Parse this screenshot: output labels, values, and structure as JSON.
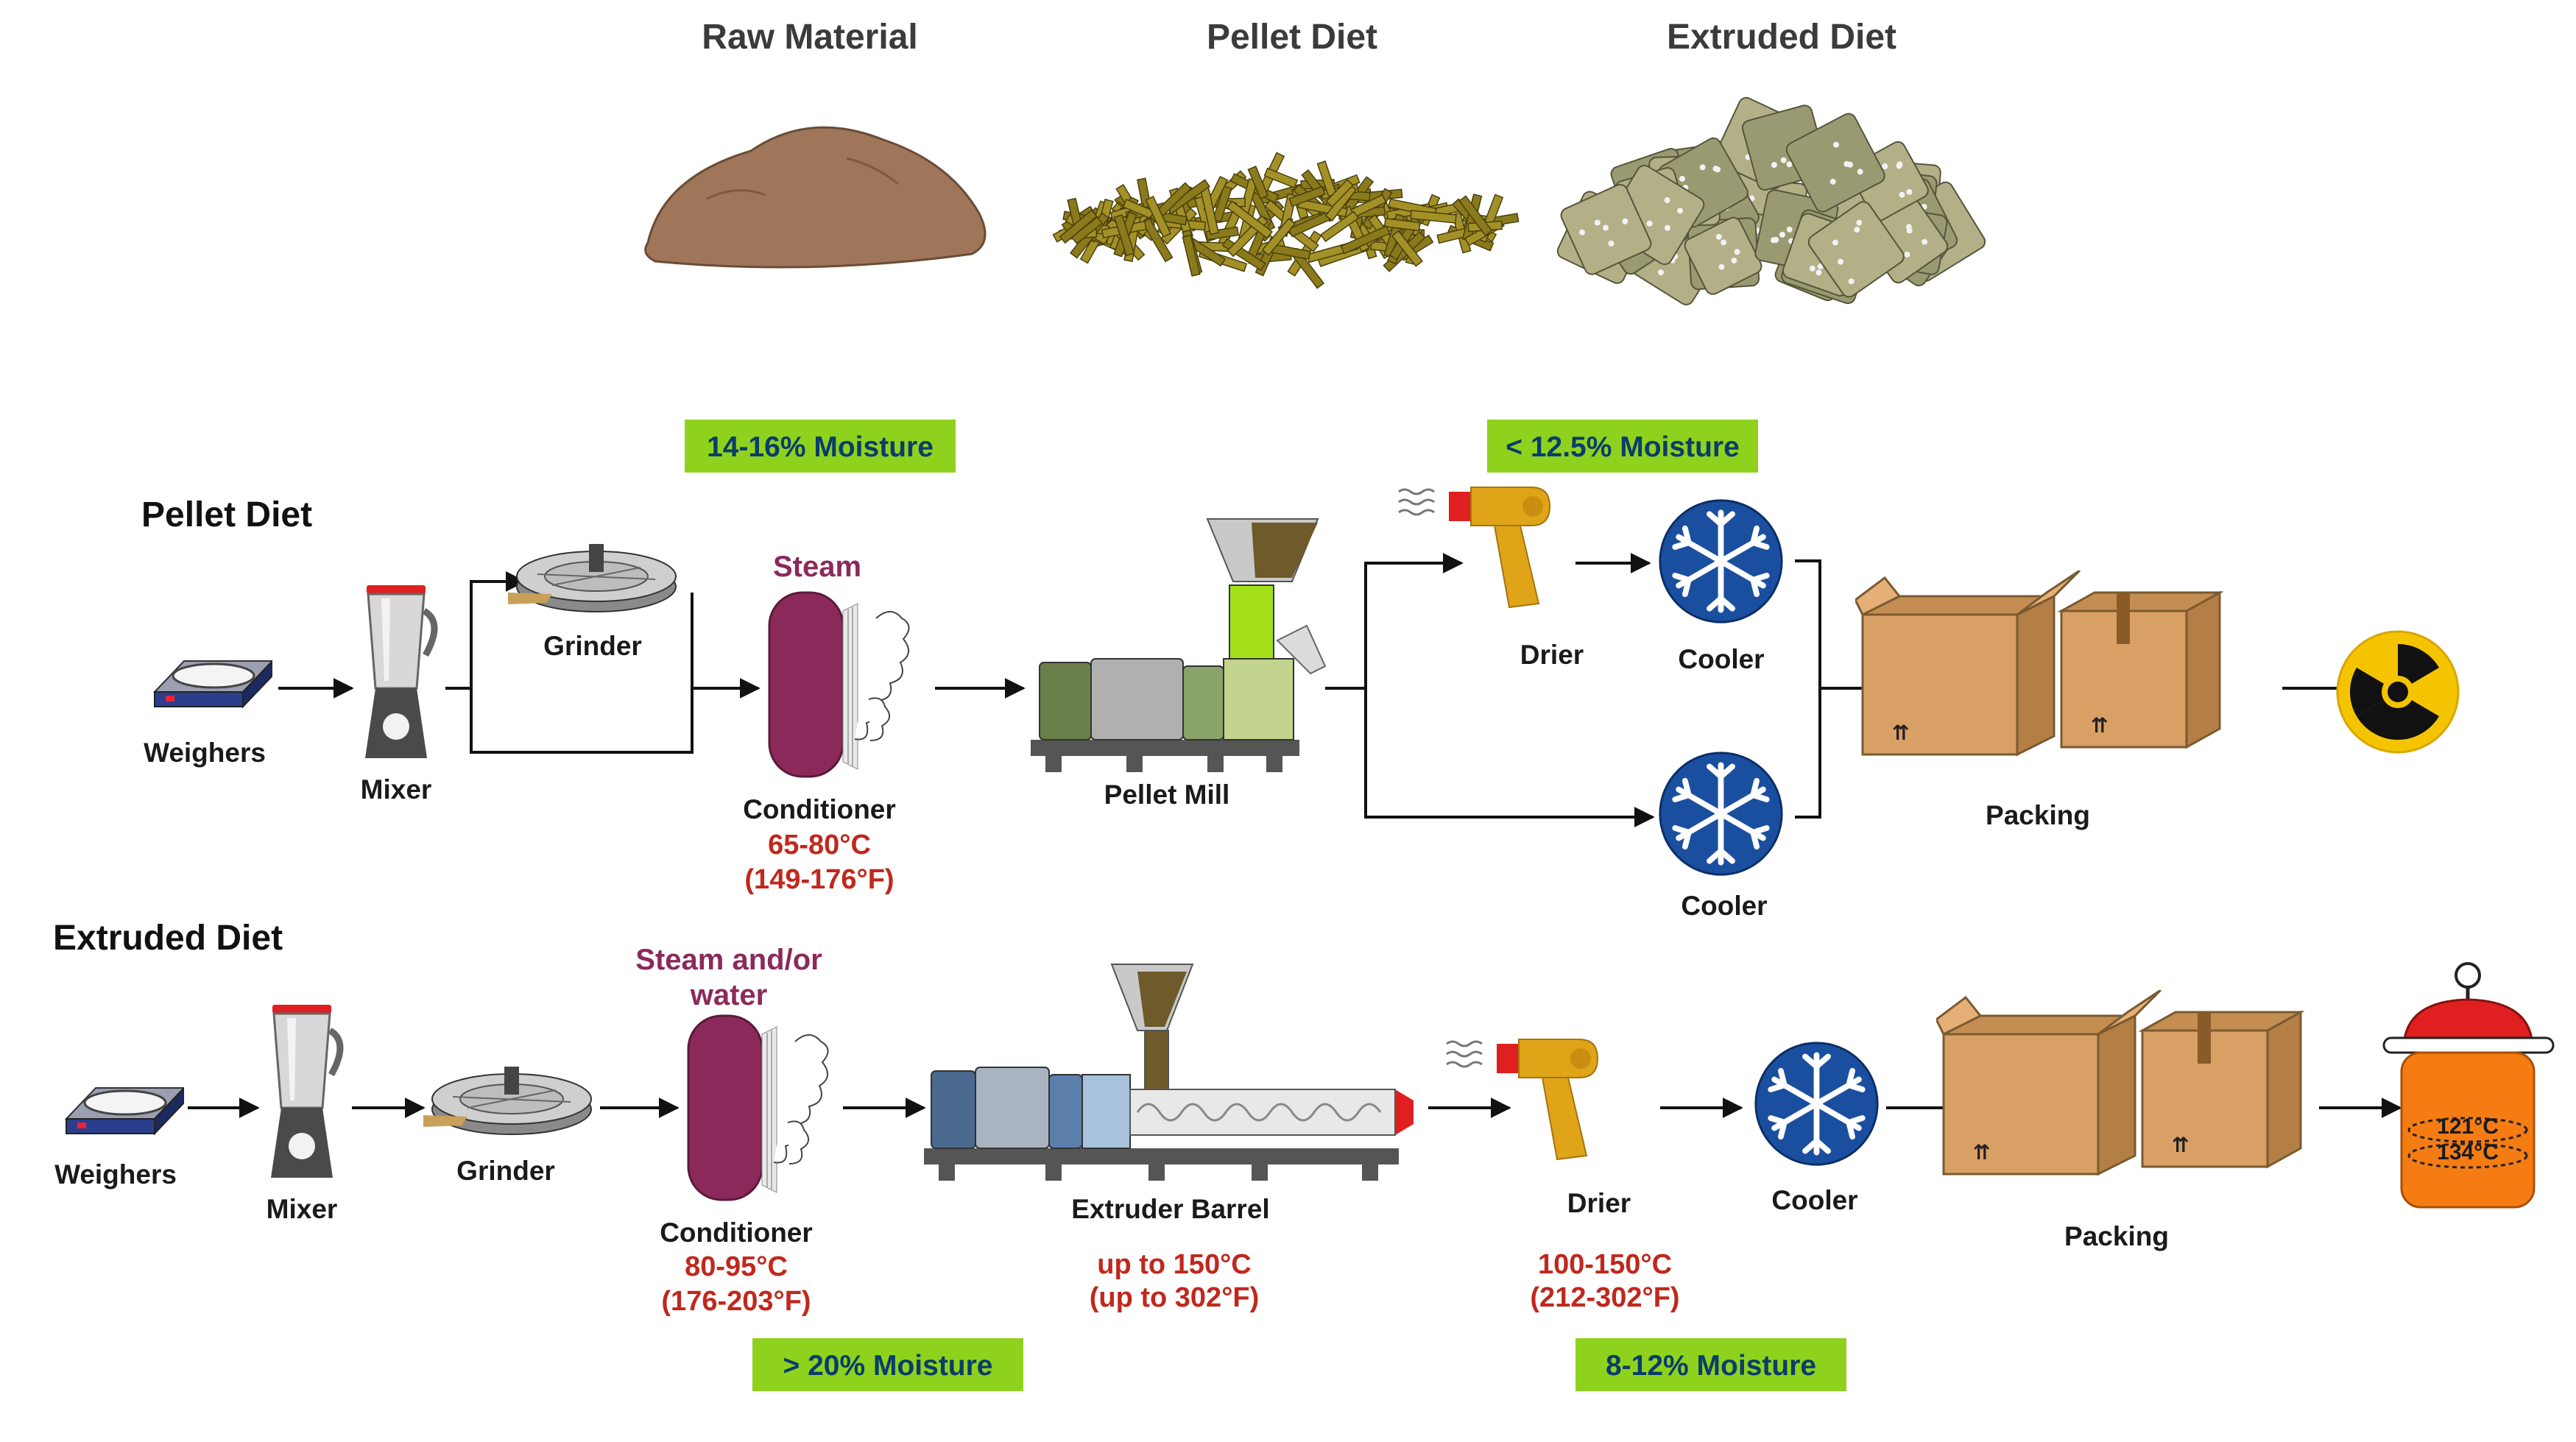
{
  "headers": {
    "raw": "Raw Material",
    "pellet": "Pellet Diet",
    "extruded": "Extruded Diet"
  },
  "sections": {
    "pellet": "Pellet Diet",
    "extruded": "Extruded Diet"
  },
  "moisture": {
    "top_left": "14-16% Moisture",
    "top_right": "< 12.5% Moisture",
    "bottom_left": "> 20% Moisture",
    "bottom_right": "8-12% Moisture"
  },
  "pellet": {
    "weighers": "Weighers",
    "mixer": "Mixer",
    "grinder": "Grinder",
    "steam": "Steam",
    "conditioner": "Conditioner",
    "cond_temp_c": "65-80°C",
    "cond_temp_f": "(149-176°F)",
    "mill": "Pellet Mill",
    "drier": "Drier",
    "cooler_top": "Cooler",
    "cooler_bottom": "Cooler",
    "packing": "Packing"
  },
  "extruded": {
    "weighers": "Weighers",
    "mixer": "Mixer",
    "grinder": "Grinder",
    "steam_line1": "Steam and/or",
    "steam_line2": "water",
    "conditioner": "Conditioner",
    "cond_temp_c": "80-95°C",
    "cond_temp_f": "(176-203°F)",
    "barrel": "Extruder Barrel",
    "barrel_temp_c": "up to 150°C",
    "barrel_temp_f": "(up to 302°F)",
    "drier": "Drier",
    "drier_temp_c": "100-150°C",
    "drier_temp_f": "(212-302°F)",
    "cooler": "Cooler",
    "packing": "Packing",
    "autoclave_t1": "121°C",
    "autoclave_t2": "134°C"
  },
  "colors": {
    "moisture_box": "#8fd21e",
    "conditioner": "#8b2a5a",
    "drier": "#e0a419",
    "cooler": "#1a4fa0",
    "box": "#d9a066",
    "raw_material": "#a0765a",
    "pellet": "#8a7a1c",
    "extruded": "#9a9a72",
    "radiation": "#f5c400",
    "autoclave": "#f57c13",
    "temperature_text": "#c0281d"
  },
  "icons": {
    "weighers": "scale-icon",
    "mixer": "blender-icon",
    "grinder": "grinder-icon",
    "conditioner": "steam-conditioner-icon",
    "mill": "pellet-mill-icon",
    "drier": "hair-dryer-icon",
    "cooler": "snowflake-icon",
    "packing": "cardboard-box-icon",
    "radiation": "radiation-icon",
    "autoclave": "autoclave-icon",
    "extruder": "extruder-icon"
  }
}
